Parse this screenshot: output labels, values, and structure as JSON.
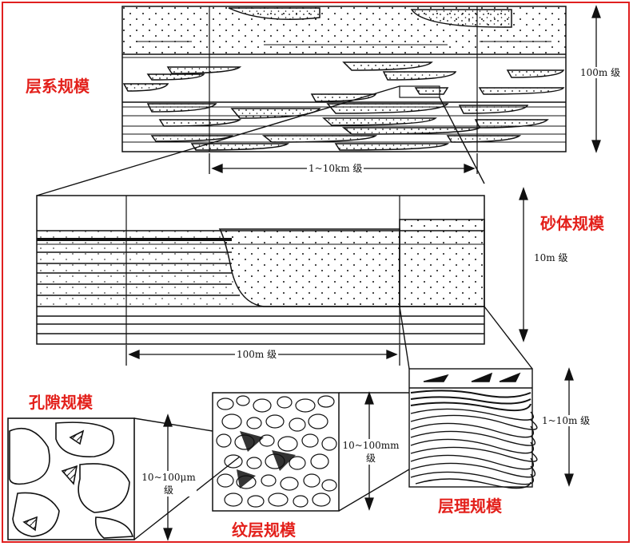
{
  "labels": {
    "formation_scale": "层系规模",
    "sandbody_scale": "砂体规模",
    "pore_scale": "孔隙规模",
    "lamina_scale": "纹层规模",
    "bedding_scale": "层理规模"
  },
  "dimensions": {
    "formation_height": "100m 级",
    "formation_width": "1~10km 级",
    "sandbody_height": "10m 级",
    "sandbody_width": "100m 级",
    "bedding_height": "1~10m 级",
    "lamina_height_line1": "10~100mm",
    "lamina_height_line2": "级",
    "pore_height_line1": "10~100μm",
    "pore_height_line2": "级"
  },
  "colors": {
    "label": "#e3201b",
    "border": "#e02020",
    "ink": "#111111"
  }
}
